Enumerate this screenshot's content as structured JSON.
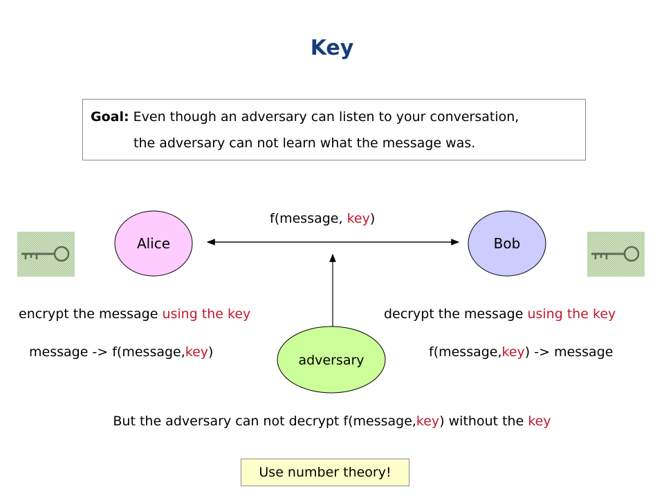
{
  "title": "Key",
  "goal": {
    "label": "Goal:",
    "line1": "Even though an adversary can listen to your conversation,",
    "line2": "the adversary can not learn what the message was."
  },
  "nodes": {
    "alice": "Alice",
    "bob": "Bob",
    "adversary": "adversary"
  },
  "channel": {
    "prefix": "f(message, ",
    "key": "key",
    "suffix": ")"
  },
  "alice_side": {
    "encrypt_prefix": "encrypt the message ",
    "encrypt_highlight": "using the key",
    "formula_prefix": "message -> f(message,",
    "formula_key": "key",
    "formula_suffix": ")"
  },
  "bob_side": {
    "decrypt_prefix": "decrypt the message ",
    "decrypt_highlight": "using the key",
    "formula_prefix": "f(message,",
    "formula_key": "key",
    "formula_suffix": ") -> message"
  },
  "bottom": {
    "prefix": "But the adversary can not decrypt f(message,",
    "key1": "key",
    "middle": ") without the ",
    "key2": "key"
  },
  "callout": "Use number theory!",
  "colors": {
    "title": "#173e7a",
    "highlight": "#c0182b",
    "alice_fill": "#ffccff",
    "bob_fill": "#ccccff",
    "adversary_fill": "#ccff99",
    "callout_fill": "#ffffcc"
  },
  "icons": [
    "key-card-icon",
    "key-card-icon"
  ]
}
